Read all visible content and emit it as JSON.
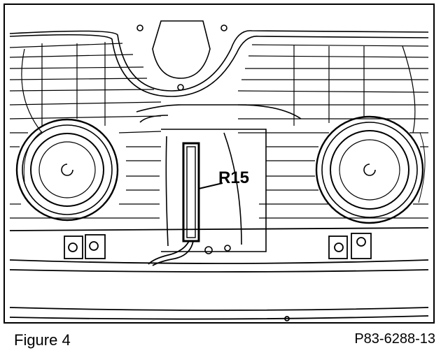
{
  "figure": {
    "caption": "Figure 4",
    "part_code": "P83-6288-13",
    "callout_label": "R15"
  },
  "colors": {
    "ink": "#000000",
    "paper": "#ffffff"
  },
  "parts": [
    {
      "name": "left-round-housing"
    },
    {
      "name": "right-round-housing"
    },
    {
      "name": "center-component-r15"
    },
    {
      "name": "wiring-harness"
    },
    {
      "name": "mounting-brackets"
    }
  ]
}
